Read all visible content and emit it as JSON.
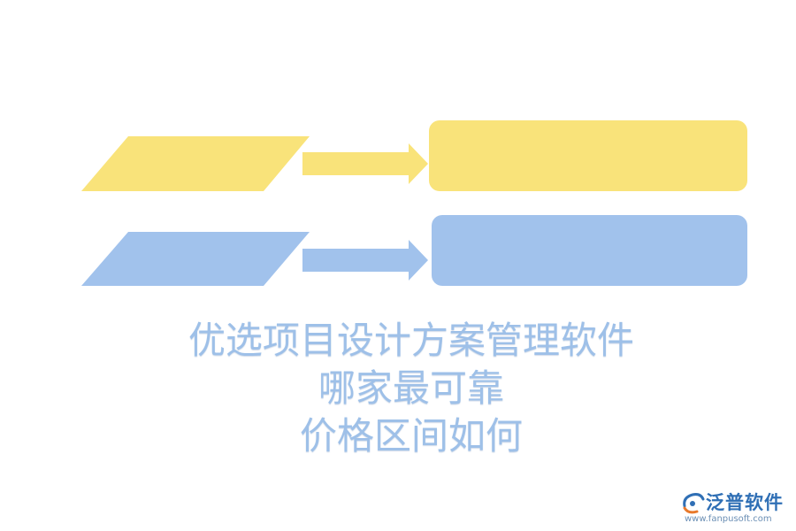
{
  "colors": {
    "yellow": "#f9e37a",
    "blue": "#a1c2ec",
    "title_text": "#9ec0e8",
    "logo_blue": "#2f6fb5",
    "logo_orange": "#e8792b"
  },
  "title": {
    "line1": "优选项目设计方案管理软件",
    "line2": "哪家最可靠",
    "line3": "价格区间如何"
  },
  "logo": {
    "name": "泛普软件",
    "url": "www.fanpusoft.com",
    "icon": "fanpu-logo-icon"
  }
}
